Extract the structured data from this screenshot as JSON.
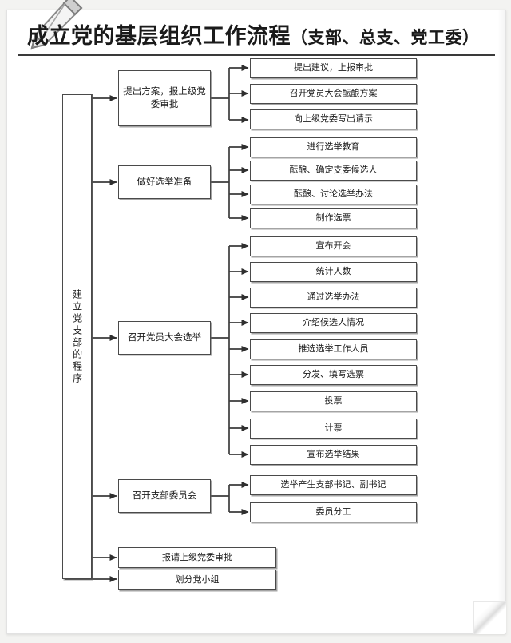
{
  "document": {
    "title_main": "成立党的基层组织工作流程",
    "title_paren": "（支部、总支、党工委）",
    "title_full": "成立党的基层组织工作流程（支部、总支、党工委）"
  },
  "chart_data": {
    "type": "diagram",
    "title": "成立党的基层组织工作流程（支部、总支、党工委）",
    "root": {
      "label": "建立党支部的程序",
      "orientation": "vertical"
    },
    "branches": [
      {
        "label": "提出方案，报上级党委审批",
        "children": [
          "提出建议，上报审批",
          "召开党员大会酝酿方案",
          "向上级党委写出请示"
        ]
      },
      {
        "label": "做好选举准备",
        "children": [
          "进行选举教育",
          "酝酿、确定支委候选人",
          "酝酿、讨论选举办法",
          "制作选票"
        ]
      },
      {
        "label": "召开党员大会选举",
        "children": [
          "宣布开会",
          "统计人数",
          "通过选举办法",
          "介绍候选人情况",
          "推选选举工作人员",
          "分发、填写选票",
          "投票",
          "计票",
          "宣布选举结果"
        ]
      },
      {
        "label": "召开支部委员会",
        "children": [
          "选举产生支部书记、副书记",
          "委员分工"
        ]
      },
      {
        "label": "报请上级党委审批",
        "children": []
      },
      {
        "label": "划分党小组",
        "children": []
      }
    ]
  },
  "nodes": {
    "root": "建立党支部的程序",
    "b1": "提出方案，报上级党委审批",
    "b1c1": "提出建议，上报审批",
    "b1c2": "召开党员大会酝酿方案",
    "b1c3": "向上级党委写出请示",
    "b2": "做好选举准备",
    "b2c1": "进行选举教育",
    "b2c2": "酝酿、确定支委候选人",
    "b2c3": "酝酿、讨论选举办法",
    "b2c4": "制作选票",
    "b3": "召开党员大会选举",
    "b3c1": "宣布开会",
    "b3c2": "统计人数",
    "b3c3": "通过选举办法",
    "b3c4": "介绍候选人情况",
    "b3c5": "推选选举工作人员",
    "b3c6": "分发、填写选票",
    "b3c7": "投票",
    "b3c8": "计票",
    "b3c9": "宣布选举结果",
    "b4": "召开支部委员会",
    "b4c1": "选举产生支部书记、副书记",
    "b4c2": "委员分工",
    "b5": "报请上级党委审批",
    "b6": "划分党小组"
  },
  "colors": {
    "line": "#4a4a4a",
    "text": "#1b1b1b",
    "paper": "#ffffff",
    "shadow": "#5a5a5a"
  }
}
